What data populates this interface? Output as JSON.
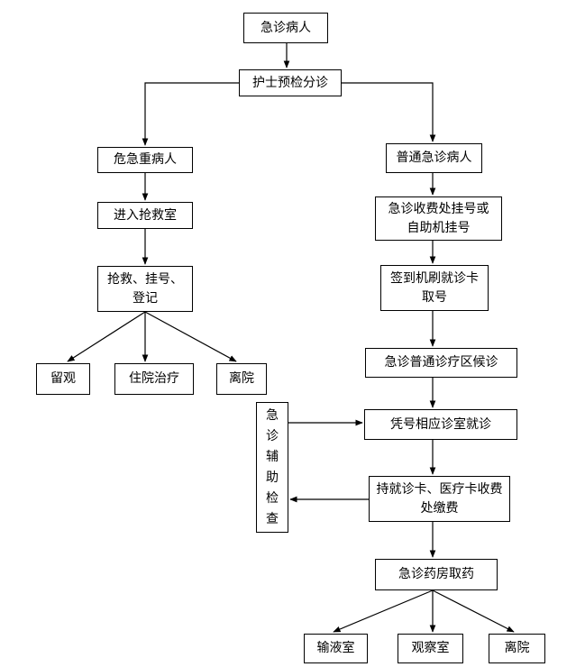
{
  "nodes": {
    "emergency_patient": "急诊病人",
    "nurse_triage": "护士预检分诊",
    "critical_patient": "危急重病人",
    "enter_rescue_room": "进入抢救室",
    "rescue_register": "抢救、挂号、\n登记",
    "observation": "留观",
    "hospitalization": "住院治疗",
    "leave_left": "离院",
    "general_patient": "普通急诊病人",
    "register_payment": "急诊收费处挂号或\n自助机挂号",
    "checkin_card": "签到机刷就诊卡\n取号",
    "waiting_area": "急诊普通诊疗区候诊",
    "consult_room": "凭号相应诊室就诊",
    "aux_exam": "急\n诊\n辅\n助\n检\n查",
    "pay_fees": "持就诊卡、医疗卡收费\n处缴费",
    "pharmacy": "急诊药房取药",
    "infusion_room": "输液室",
    "observation_room": "观察室",
    "leave_right": "离院"
  }
}
